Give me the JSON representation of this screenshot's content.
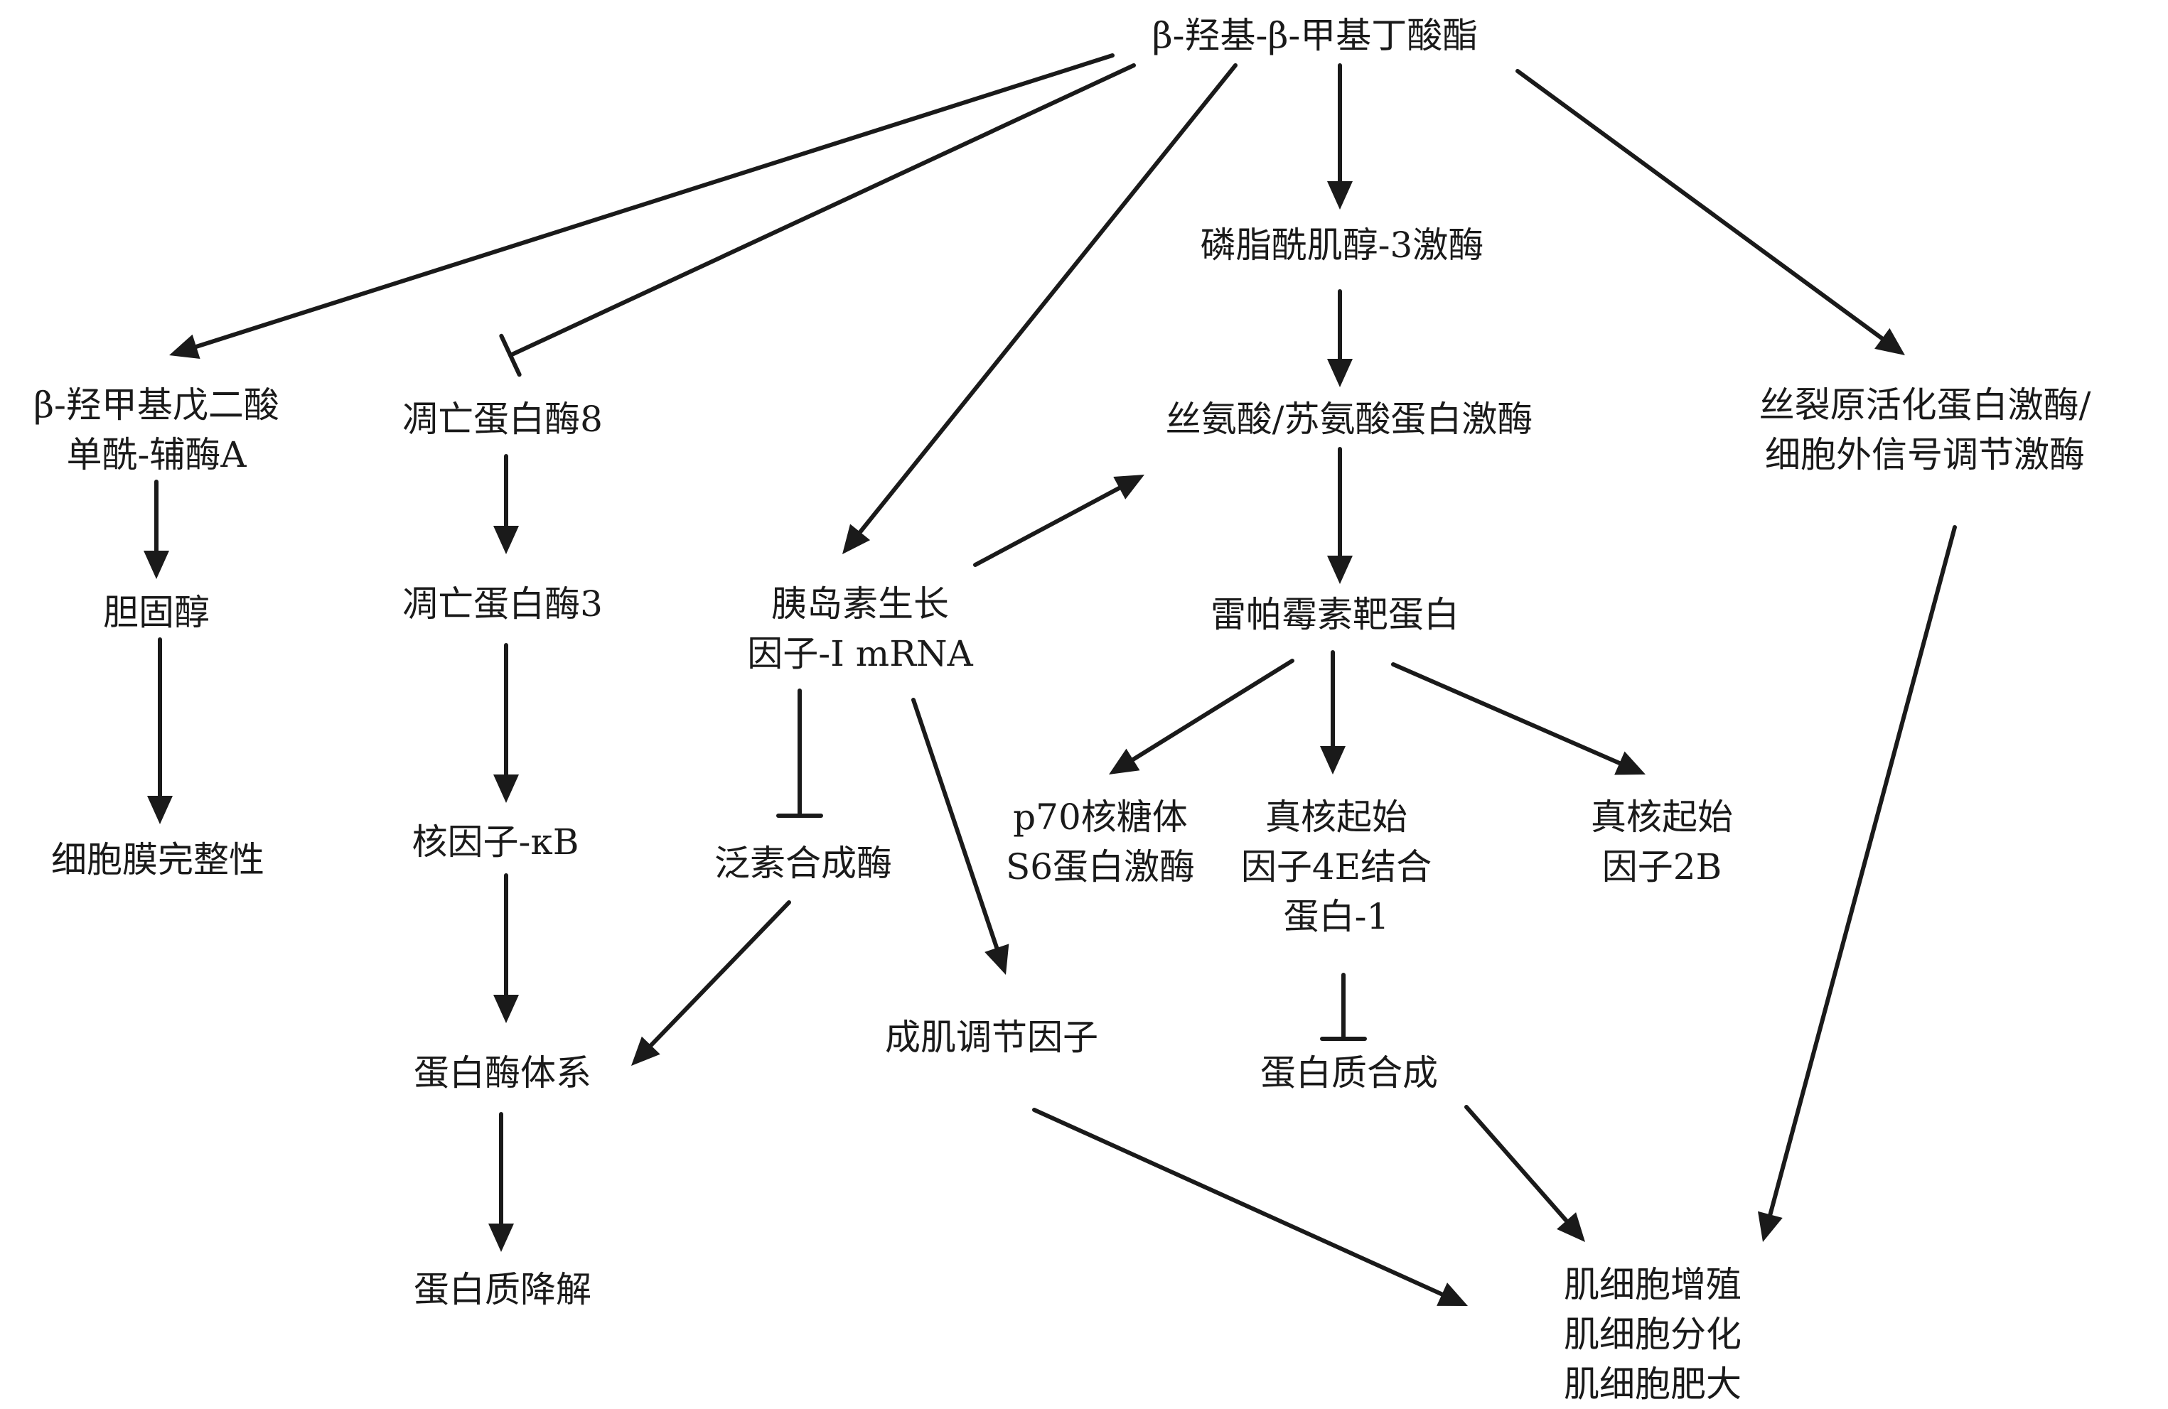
{
  "nodes": {
    "hmb": {
      "lines": [
        "β-羟基-β-甲基丁酸酯"
      ]
    },
    "hmgcoa": {
      "lines": [
        "β-羟甲基戊二酸",
        "单酰-辅酶A"
      ]
    },
    "cholesterol": {
      "lines": [
        "胆固醇"
      ]
    },
    "membrane": {
      "lines": [
        "细胞膜完整性"
      ]
    },
    "caspase8": {
      "lines": [
        "凋亡蛋白酶8"
      ]
    },
    "caspase3": {
      "lines": [
        "凋亡蛋白酶3"
      ]
    },
    "nfkb": {
      "lines": [
        "核因子-κB"
      ]
    },
    "proteasome": {
      "lines": [
        "蛋白酶体系"
      ]
    },
    "degradation": {
      "lines": [
        "蛋白质降解"
      ]
    },
    "igf1": {
      "lines": [
        "胰岛素生长",
        "因子-Ⅰ mRNA"
      ]
    },
    "ubiquitin": {
      "lines": [
        "泛素合成酶"
      ]
    },
    "myogenic": {
      "lines": [
        "成肌调节因子"
      ]
    },
    "pi3k": {
      "lines": [
        "磷脂酰肌醇-3激酶"
      ]
    },
    "akt": {
      "lines": [
        "丝氨酸/苏氨酸蛋白激酶"
      ]
    },
    "mtor": {
      "lines": [
        "雷帕霉素靶蛋白"
      ]
    },
    "p70": {
      "lines": [
        "p70核糖体",
        "S6蛋白激酶"
      ]
    },
    "eif4ebp1": {
      "lines": [
        "真核起始",
        "因子4E结合",
        "蛋白-1"
      ]
    },
    "eif2b": {
      "lines": [
        "真核起始",
        "因子2B"
      ]
    },
    "synthesis": {
      "lines": [
        "蛋白质合成"
      ]
    },
    "mapk": {
      "lines": [
        "丝裂原活化蛋白激酶/",
        "细胞外信号调节激酶"
      ]
    },
    "muscle": {
      "lines": [
        "肌细胞增殖",
        "肌细胞分化",
        "肌细胞肥大"
      ]
    }
  },
  "edges": [
    {
      "from": "hmb",
      "to": "hmgcoa",
      "type": "activate"
    },
    {
      "from": "hmb",
      "to": "caspase8",
      "type": "inhibit"
    },
    {
      "from": "hmb",
      "to": "igf1",
      "type": "activate"
    },
    {
      "from": "hmb",
      "to": "pi3k",
      "type": "activate"
    },
    {
      "from": "hmb",
      "to": "mapk",
      "type": "activate"
    },
    {
      "from": "hmgcoa",
      "to": "cholesterol",
      "type": "activate"
    },
    {
      "from": "cholesterol",
      "to": "membrane",
      "type": "activate"
    },
    {
      "from": "caspase8",
      "to": "caspase3",
      "type": "activate"
    },
    {
      "from": "caspase3",
      "to": "nfkb",
      "type": "activate"
    },
    {
      "from": "nfkb",
      "to": "proteasome",
      "type": "activate"
    },
    {
      "from": "proteasome",
      "to": "degradation",
      "type": "activate"
    },
    {
      "from": "ubiquitin",
      "to": "proteasome",
      "type": "activate"
    },
    {
      "from": "igf1",
      "to": "ubiquitin",
      "type": "inhibit"
    },
    {
      "from": "igf1",
      "to": "akt",
      "type": "activate"
    },
    {
      "from": "igf1",
      "to": "myogenic",
      "type": "activate"
    },
    {
      "from": "pi3k",
      "to": "akt",
      "type": "activate"
    },
    {
      "from": "akt",
      "to": "mtor",
      "type": "activate"
    },
    {
      "from": "mtor",
      "to": "p70",
      "type": "activate"
    },
    {
      "from": "mtor",
      "to": "eif4ebp1",
      "type": "activate"
    },
    {
      "from": "mtor",
      "to": "eif2b",
      "type": "activate"
    },
    {
      "from": "eif4ebp1",
      "to": "synthesis",
      "type": "inhibit"
    },
    {
      "from": "synthesis",
      "to": "muscle",
      "type": "activate"
    },
    {
      "from": "myogenic",
      "to": "muscle",
      "type": "activate"
    },
    {
      "from": "mapk",
      "to": "muscle",
      "type": "activate"
    }
  ]
}
